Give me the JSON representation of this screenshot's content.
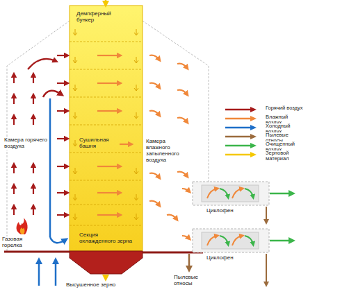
{
  "diagram": {
    "nodes": [
      {
        "text": [
          "Демпферный бункер"
        ]
      },
      {
        "text": [
          "Сушильная башня"
        ]
      },
      {
        "text": [
          "Секция охлажденного зерна"
        ]
      },
      {
        "text": [
          "Камера горячего воздуха"
        ]
      },
      {
        "text": [
          "Камера влажного запыленного воздуха"
        ]
      },
      {
        "text": [
          "Циклофен"
        ]
      },
      {
        "text": [
          "Циклофен"
        ]
      }
    ],
    "labels": [
      "Газовая горелка",
      "Высушенное зерно",
      "Пылевые относы"
    ],
    "legend": [
      {
        "text": "Горячий воздух",
        "color": "#a61b1b"
      },
      {
        "text": "Влажный воздух",
        "color": "#f0883a"
      },
      {
        "text": "Холодный воздух",
        "color": "#1e6fc8"
      },
      {
        "text": "Пылевые относы",
        "color": "#9b6b3d"
      },
      {
        "text": "Очищенный воздух",
        "color": "#3bb54a"
      },
      {
        "text": "Зерновой материал",
        "color": "#f5c800"
      }
    ]
  }
}
